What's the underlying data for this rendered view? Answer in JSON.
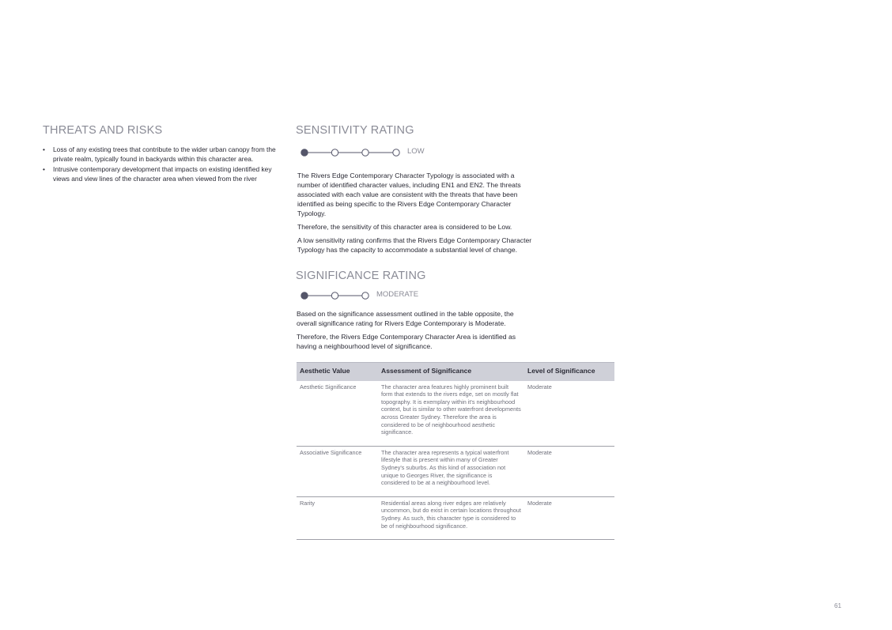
{
  "threats": {
    "title": "THREATS AND RISKS",
    "bullet_symbol": "•",
    "items": [
      "Loss of any existing trees that contribute to the wider urban canopy from the private realm, typically found in backyards within this character area.",
      "Intrusive contemporary development that impacts on existing identified key views and view lines of the character area when viewed from the river"
    ]
  },
  "sensitivity": {
    "title": "SENSITIVITY RATING",
    "scale_steps": 4,
    "filled_step": 1,
    "rating_label": "LOW",
    "paragraphs": [
      "The Rivers Edge Contemporary Character Typology is associated with a number of identified character values, including EN1 and EN2. The threats associated with each value are consistent with the threats that have been identified as being specific to the Rivers Edge Contemporary Character Typology.",
      "Therefore, the sensitivity of this character area is considered to be Low.",
      "A low sensitivity rating confirms that the Rivers Edge Contemporary Character Typology has the capacity to accommodate a substantial level of change."
    ]
  },
  "significance": {
    "title": "SIGNIFICANCE RATING",
    "scale_steps": 3,
    "filled_step": 1,
    "rating_label": "MODERATE",
    "paragraphs": [
      "Based on the significance assessment outlined in the table opposite, the overall significance rating for Rivers Edge Contemporary is Moderate.",
      "Therefore, the Rivers Edge Contemporary Character Area is identified as having a neighbourhood level of significance."
    ]
  },
  "table": {
    "headers": [
      "Aesthetic Value",
      "Assessment of Significance",
      "Level of Significance"
    ],
    "rows": [
      [
        "Aesthetic Significance",
        "The character area features highly prominent built form that extends to the rivers edge, set on mostly flat topography. It is exemplary within it's neighbourhood context, but is similar to other waterfront developments across Greater Sydney. Therefore the area is considered to be of neighbourhood aesthetic significance.",
        "Moderate"
      ],
      [
        "Associative Significance",
        "The character area represents a typical waterfront lifestyle that is present within many of Greater Sydney's suburbs. As this kind of association not unique to Georges River, the significance is considered to be at a neighbourhood level.",
        "Moderate"
      ],
      [
        "Rarity",
        "Residential areas along river edges are relatively uncommon, but do exist in certain locations throughout Sydney. As such, this character type is considered to be of neighbourhood significance.",
        "Moderate"
      ]
    ]
  },
  "page_number": "61",
  "colors": {
    "heading": "#8a8b96",
    "body_text": "#2a2a35",
    "table_header_bg": "#cfd0d8",
    "scale_filled": "#55566a"
  }
}
